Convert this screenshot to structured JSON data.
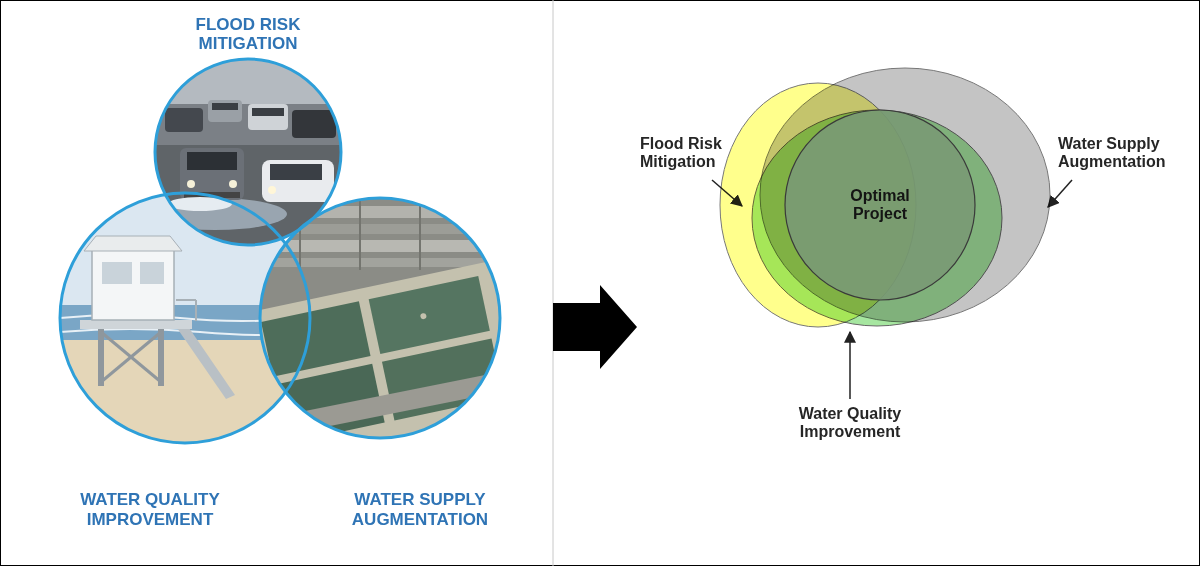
{
  "diagram": {
    "nodes": [
      {
        "text": [
          "FLOOD RISK MITIGATION"
        ]
      },
      {
        "text": [
          "WATER QUALITY IMPROVEMENT"
        ]
      },
      {
        "text": [
          "WATER SUPPLY AUGMENTATION"
        ]
      },
      {
        "text": [
          "Flood Risk Mitigation"
        ]
      },
      {
        "text": [
          "Water Supply Augmentation"
        ]
      },
      {
        "text": [
          "Water Quality Improvement"
        ]
      },
      {
        "text": [
          "Optimal Project"
        ]
      }
    ]
  }
}
